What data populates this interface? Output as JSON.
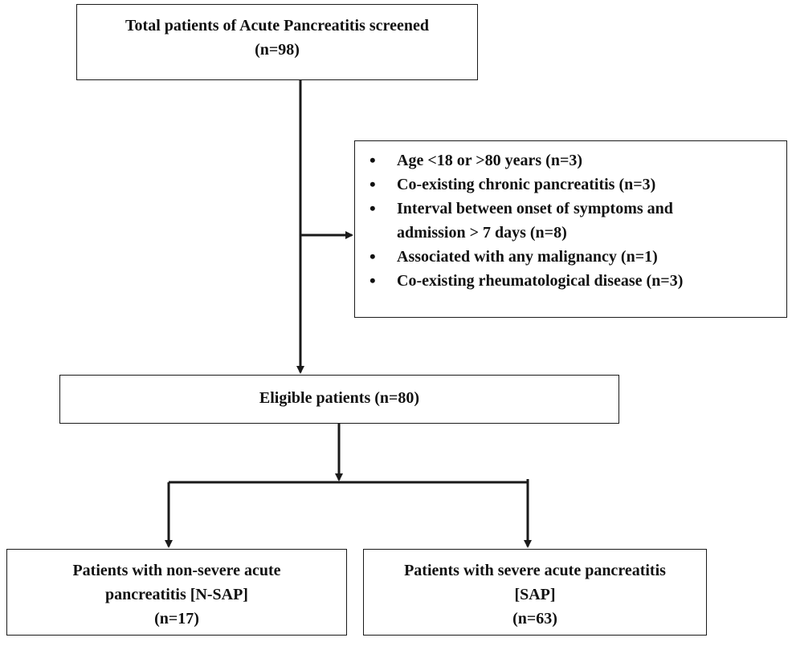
{
  "boxes": {
    "screened": {
      "line1": "Total patients of Acute Pancreatitis screened",
      "line2": "(n=98)"
    },
    "excluded": {
      "items": [
        {
          "line1": "Age <18 or >80 years (n=3)",
          "line2": ""
        },
        {
          "line1": "Co-existing chronic pancreatitis (n=3)",
          "line2": ""
        },
        {
          "line1": "Interval between onset of symptoms and",
          "line2": "admission > 7 days (n=8)"
        },
        {
          "line1": "Associated with any malignancy (n=1)",
          "line2": ""
        },
        {
          "line1": "Co-existing rheumatological disease (n=3)",
          "line2": ""
        }
      ]
    },
    "eligible": {
      "line1": "Eligible patients (n=80)"
    },
    "nsap": {
      "line1": "Patients with non-severe acute",
      "line2": "pancreatitis [N-SAP]",
      "line3": "(n=17)"
    },
    "sap": {
      "line1": "Patients with severe acute pancreatitis",
      "line2": "[SAP]",
      "line3": "(n=63)"
    }
  },
  "colors": {
    "line": "#1a1a1a",
    "background": "#ffffff"
  }
}
